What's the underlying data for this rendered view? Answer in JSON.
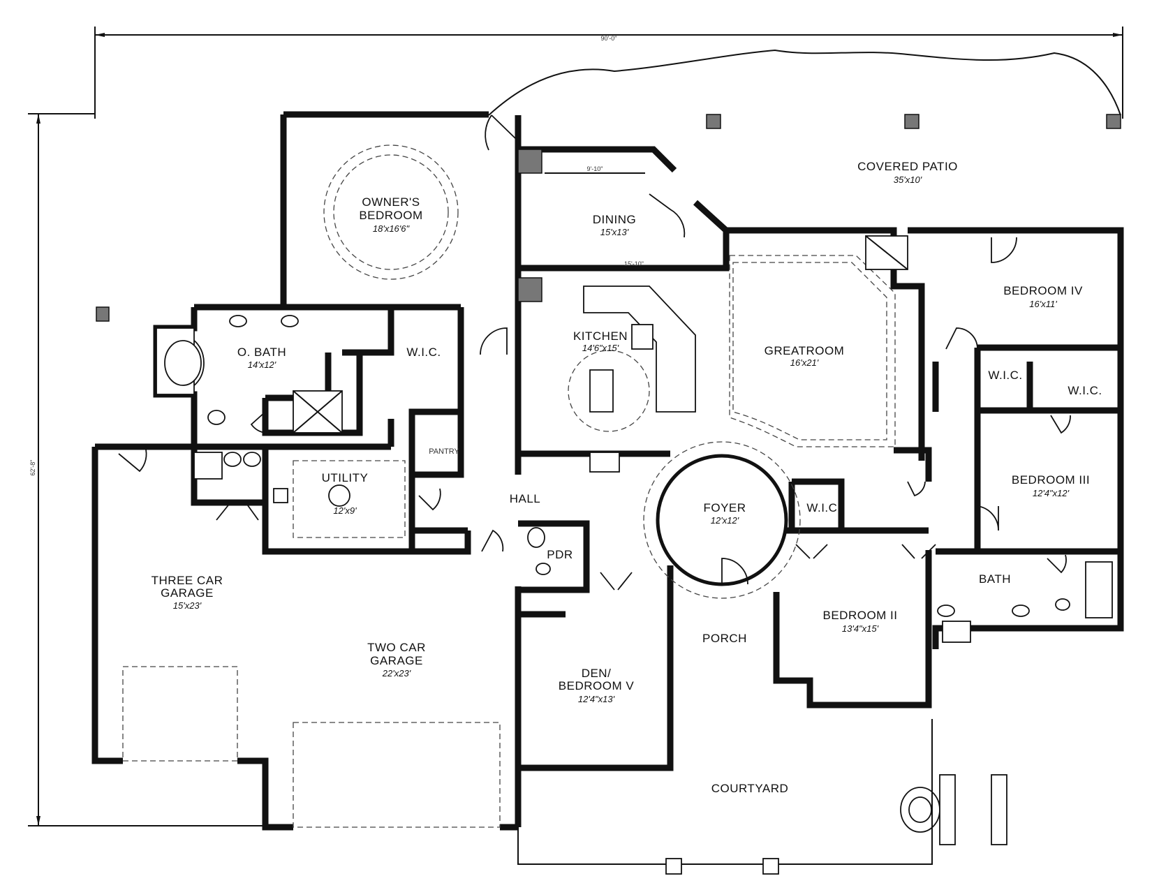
{
  "overall_width": "90'-0\"",
  "overall_depth": "62'-8\"",
  "dining_span_top": "9'-10\"",
  "dining_span_bottom": "15'-10\"",
  "rooms": {
    "owners_bedroom": {
      "name_line1": "OWNER'S",
      "name_line2": "BEDROOM",
      "size": "18'x16'6\""
    },
    "o_bath": {
      "name": "O. BATH",
      "size": "14'x12'"
    },
    "wic_owner": {
      "name": "W.I.C."
    },
    "dining": {
      "name": "DINING",
      "size": "15'x13'"
    },
    "kitchen": {
      "name": "KITCHEN",
      "size": "14'6\"x15'"
    },
    "covered_patio": {
      "name": "COVERED PATIO",
      "size": "35'x10'"
    },
    "greatroom": {
      "name": "GREATROOM",
      "size": "16'x21'"
    },
    "bedroom_iv": {
      "name": "BEDROOM IV",
      "size": "16'x11'"
    },
    "wic_bed4a": {
      "name": "W.I.C."
    },
    "wic_bed4b": {
      "name": "W.I.C."
    },
    "bedroom_iii": {
      "name": "BEDROOM III",
      "size": "12'4\"x12'"
    },
    "pantry": {
      "name": "PANTRY"
    },
    "utility": {
      "name": "UTILITY",
      "size": "12'x9'"
    },
    "hall": {
      "name": "HALL"
    },
    "foyer": {
      "name": "FOYER",
      "size": "12'x12'"
    },
    "wic_bed2": {
      "name": "W.I.C."
    },
    "pdr": {
      "name": "PDR"
    },
    "bath": {
      "name": "BATH"
    },
    "three_car_garage": {
      "name_line1": "THREE CAR",
      "name_line2": "GARAGE",
      "size": "15'x23'"
    },
    "two_car_garage": {
      "name_line1": "TWO CAR",
      "name_line2": "GARAGE",
      "size": "22'x23'"
    },
    "bedroom_ii": {
      "name": "BEDROOM II",
      "size": "13'4\"x15'"
    },
    "porch": {
      "name": "PORCH"
    },
    "den": {
      "name_line1": "DEN/",
      "name_line2": "BEDROOM V",
      "size": "12'4\"x13'"
    },
    "courtyard": {
      "name": "COURTYARD"
    }
  },
  "colors": {
    "wall": "#555555",
    "line": "#111111",
    "background": "#ffffff"
  }
}
